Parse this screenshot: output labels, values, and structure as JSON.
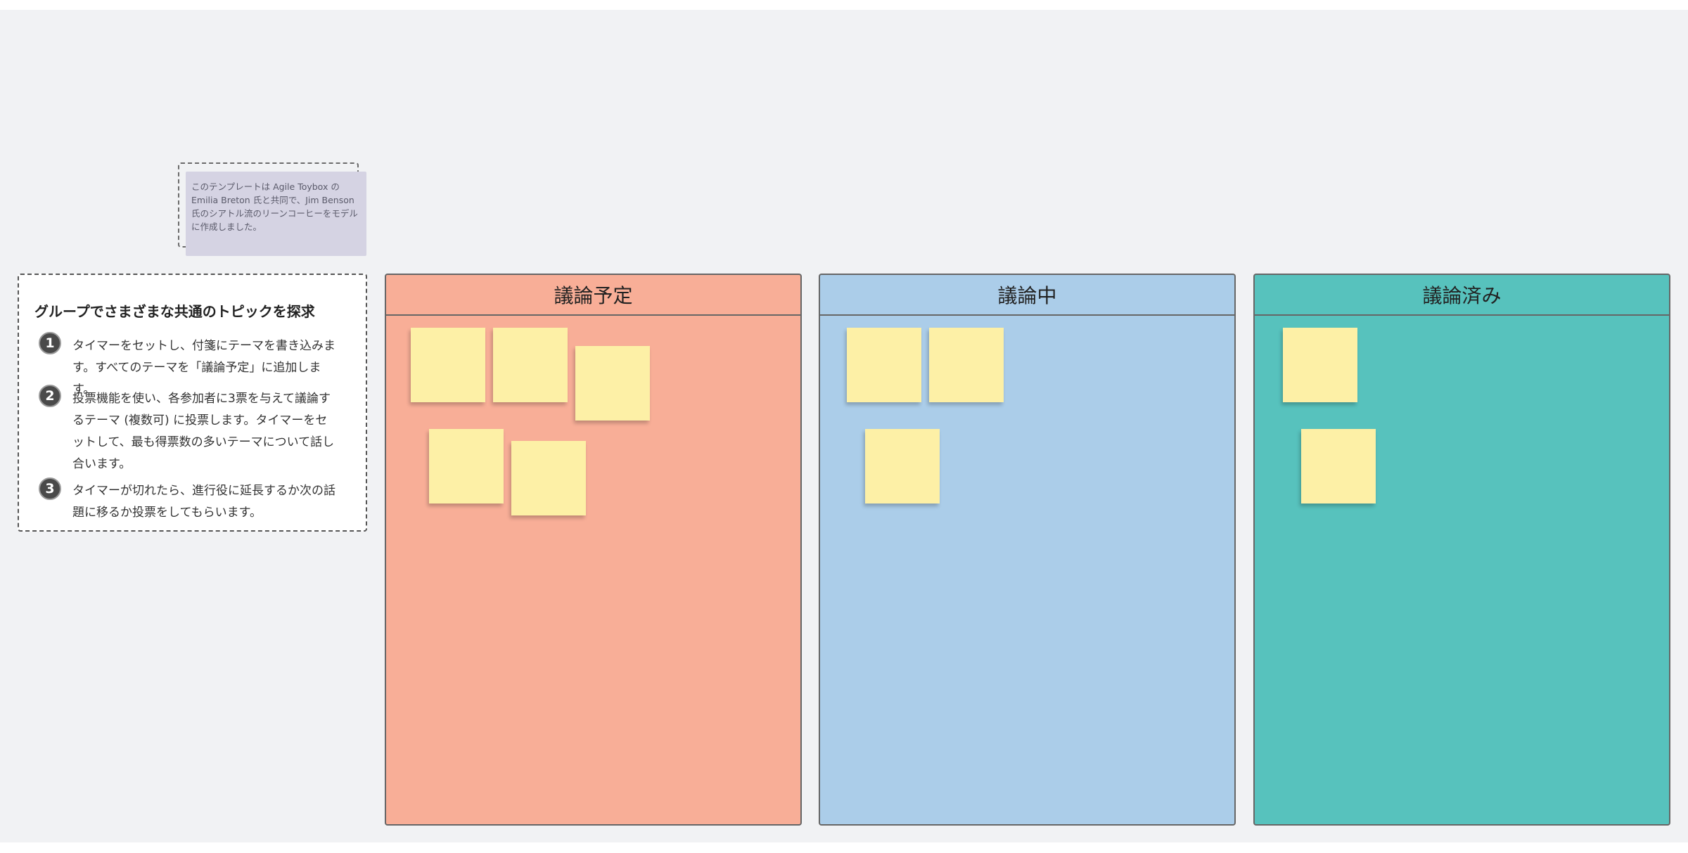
{
  "credit_note": {
    "text": "このテンプレートは Agile Toybox の Emilia Breton 氏と共同で、Jim Benson 氏のシアトル流のリーンコーヒーをモデルに作成しました。"
  },
  "instructions": {
    "title": "グループでさまざまな共通のトピックを探求",
    "steps": [
      {
        "number": "1",
        "text": "タイマーをセットし、付箋にテーマを書き込みます。すべてのテーマを「議論予定」に追加します。"
      },
      {
        "number": "2",
        "text": "投票機能を使い、各参加者に3票を与えて議論するテーマ (複数可) に投票します。タイマーをセットして、最も得票数の多いテーマについて話し合います。"
      },
      {
        "number": "3",
        "text": "タイマーが切れたら、進行役に延長するか次の話題に移るか投票をしてもらいます。"
      }
    ]
  },
  "columns": [
    {
      "title": "議論予定",
      "color": "#f8ae97",
      "sticky_count": 5
    },
    {
      "title": "議論中",
      "color": "#abcde9",
      "sticky_count": 3
    },
    {
      "title": "議論済み",
      "color": "#57c2bd",
      "sticky_count": 2
    }
  ],
  "sticky_color": "#fdf0a6"
}
